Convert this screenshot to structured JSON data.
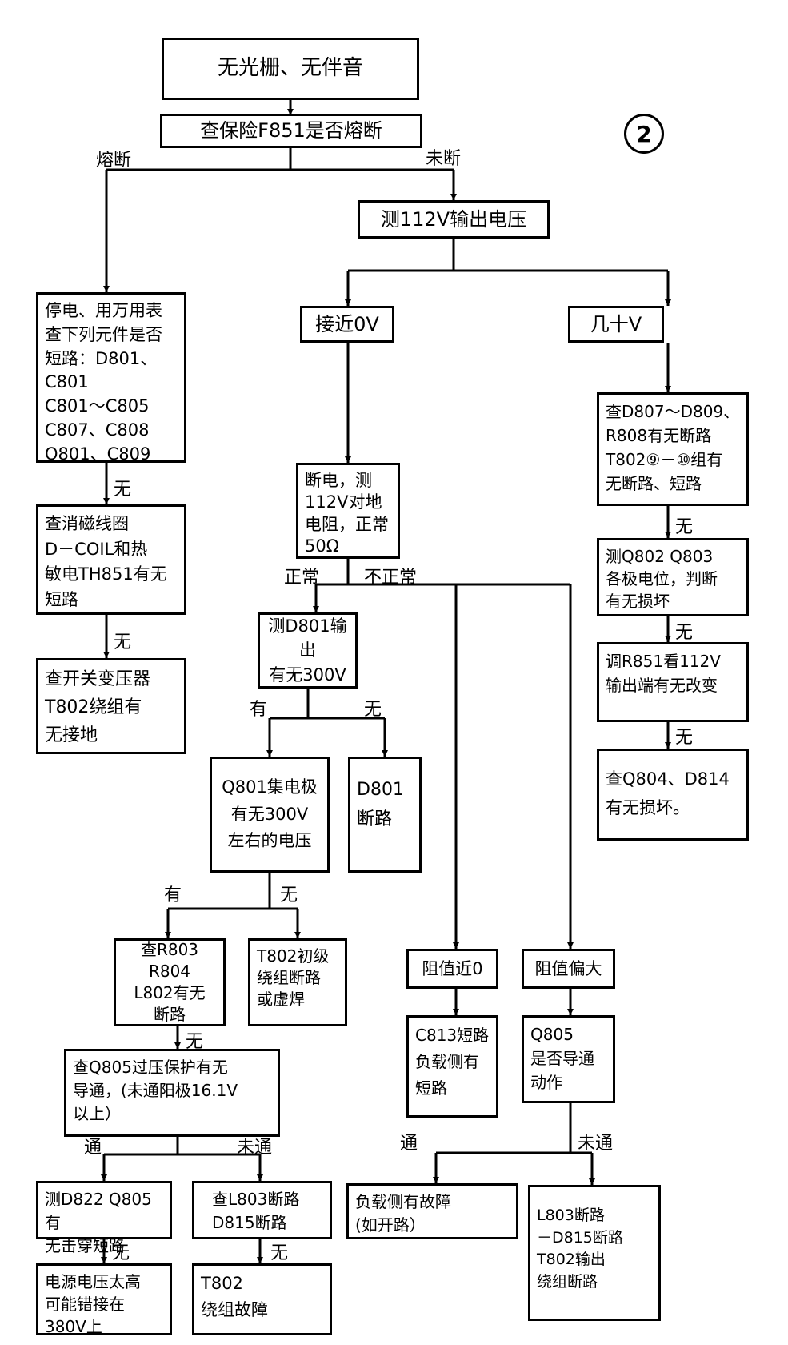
{
  "badge": "2",
  "nodes": {
    "n1": "无光栅、无伴音",
    "n2": "查保险F851是否熔断",
    "n3": "测112V输出电压",
    "n4": "停电、用万用表\n查下列元件是否\n短路：D801、C801\nC801～C805\nC807、C808\nQ801、C809",
    "n5": "查消磁线圈\nD－COIL和热\n敏电TH851有无\n短路",
    "n6": "查开关变压器\nT802绕组有\n无接地",
    "n7": "接近0V",
    "n8": "几十V",
    "n9": "查D807～D809、\nR808有无断路\nT802⑨－⑩组有\n无断路、短路",
    "n10": "测Q802 Q803\n各极电位，判断\n有无损坏",
    "n11": "调R851看112V\n输出端有无改变",
    "n12": "查Q804、D814\n有无损坏。",
    "n13": "断电，测\n112V对地\n电阻，正常\n50Ω",
    "n14": "测D801输出\n有无300V",
    "n15": "Q801集电极\n有无300V\n左右的电压",
    "n16": "D801\n断路",
    "n17": "查R803 R804\nL802有无\n断路",
    "n18": "T802初级\n绕组断路\n或虚焊",
    "n19": "阻值近0",
    "n20": "阻值偏大",
    "n21": "C813短路\n负载侧有\n短路",
    "n22": "Q805\n是否导通\n动作",
    "n23": "查Q805过压保护有无\n导通，(未通阳极16.1V\n以上）",
    "n24": "测D822 Q805有\n无击穿短路",
    "n25": "查L803断路\nD815断路",
    "n26": "电源电压太高\n可能错接在\n380V上",
    "n27": "T802\n绕组故障",
    "n28": "负载侧有故障\n(如开路）",
    "n29": "L803断路\n－D815断路\nT802输出\n绕组断路"
  },
  "labels": {
    "blown": "熔断",
    "not_blown": "未断",
    "none": "无",
    "normal": "正常",
    "abnormal": "不正常",
    "yes": "有",
    "conduct": "通",
    "not_conduct": "未通"
  }
}
